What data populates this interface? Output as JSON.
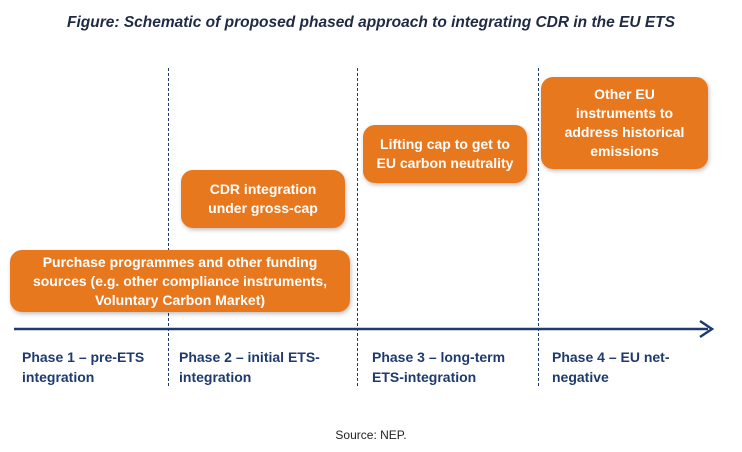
{
  "title": "Figure: Schematic of proposed phased approach to integrating CDR in the EU ETS",
  "boxes": {
    "purchase": "Purchase programmes and other funding\nsources (e.g. other compliance instruments,\nVoluntary Carbon Market)",
    "cdr_integration": "CDR integration\nunder gross-cap",
    "lifting_cap": "Lifting cap to get to\nEU carbon neutrality",
    "other_instruments": "Other EU\ninstruments to\naddress historical\nemissions"
  },
  "phases": {
    "phase1": "Phase 1 – pre-ETS\nintegration",
    "phase2": "Phase 2 – initial ETS-\nintegration",
    "phase3": "Phase 3 – long-term\nETS-integration",
    "phase4": "Phase 4 – EU net-\nnegative"
  },
  "source": "Source: NEP.",
  "colors": {
    "box": "#e8781e",
    "axis": "#1f3a6e",
    "text": "#1f3a6e"
  }
}
